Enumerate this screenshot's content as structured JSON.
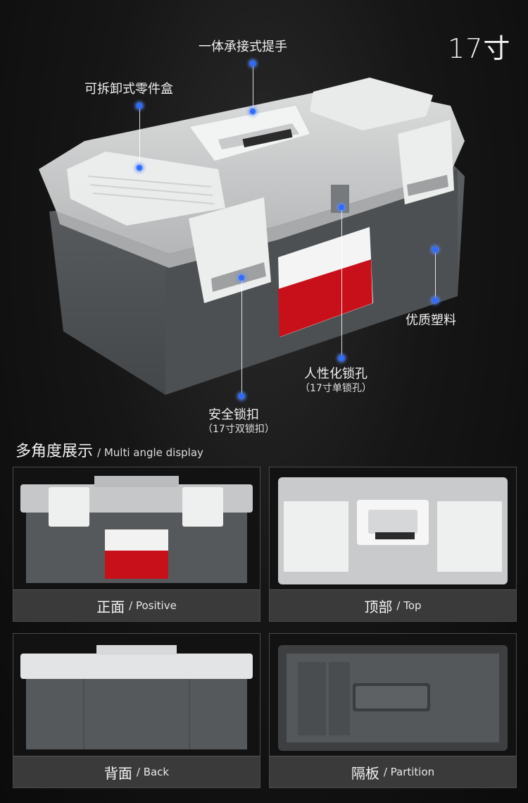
{
  "size_label": "17寸",
  "callouts": {
    "handle": "一体承接式提手",
    "parts_box": "可拆卸式零件盒",
    "plastic": "优质塑料",
    "lock_hole": "人性化锁孔",
    "lock_hole_sub": "（17寸单锁孔）",
    "buckle": "安全锁扣",
    "buckle_sub": "（17寸双锁扣）"
  },
  "section": {
    "title_cn": "多角度展示",
    "title_en": "/ Multi angle display"
  },
  "views": [
    {
      "cn": "正面",
      "en": "/ Positive"
    },
    {
      "cn": "顶部",
      "en": "/ Top"
    },
    {
      "cn": "背面",
      "en": "/ Back"
    },
    {
      "cn": "隔板",
      "en": "/ Partition"
    }
  ],
  "colors": {
    "body_dark": "#545659",
    "lid_light": "#c9cacb",
    "accent_dot": "#2f6bff",
    "label_red": "#c8101a"
  }
}
